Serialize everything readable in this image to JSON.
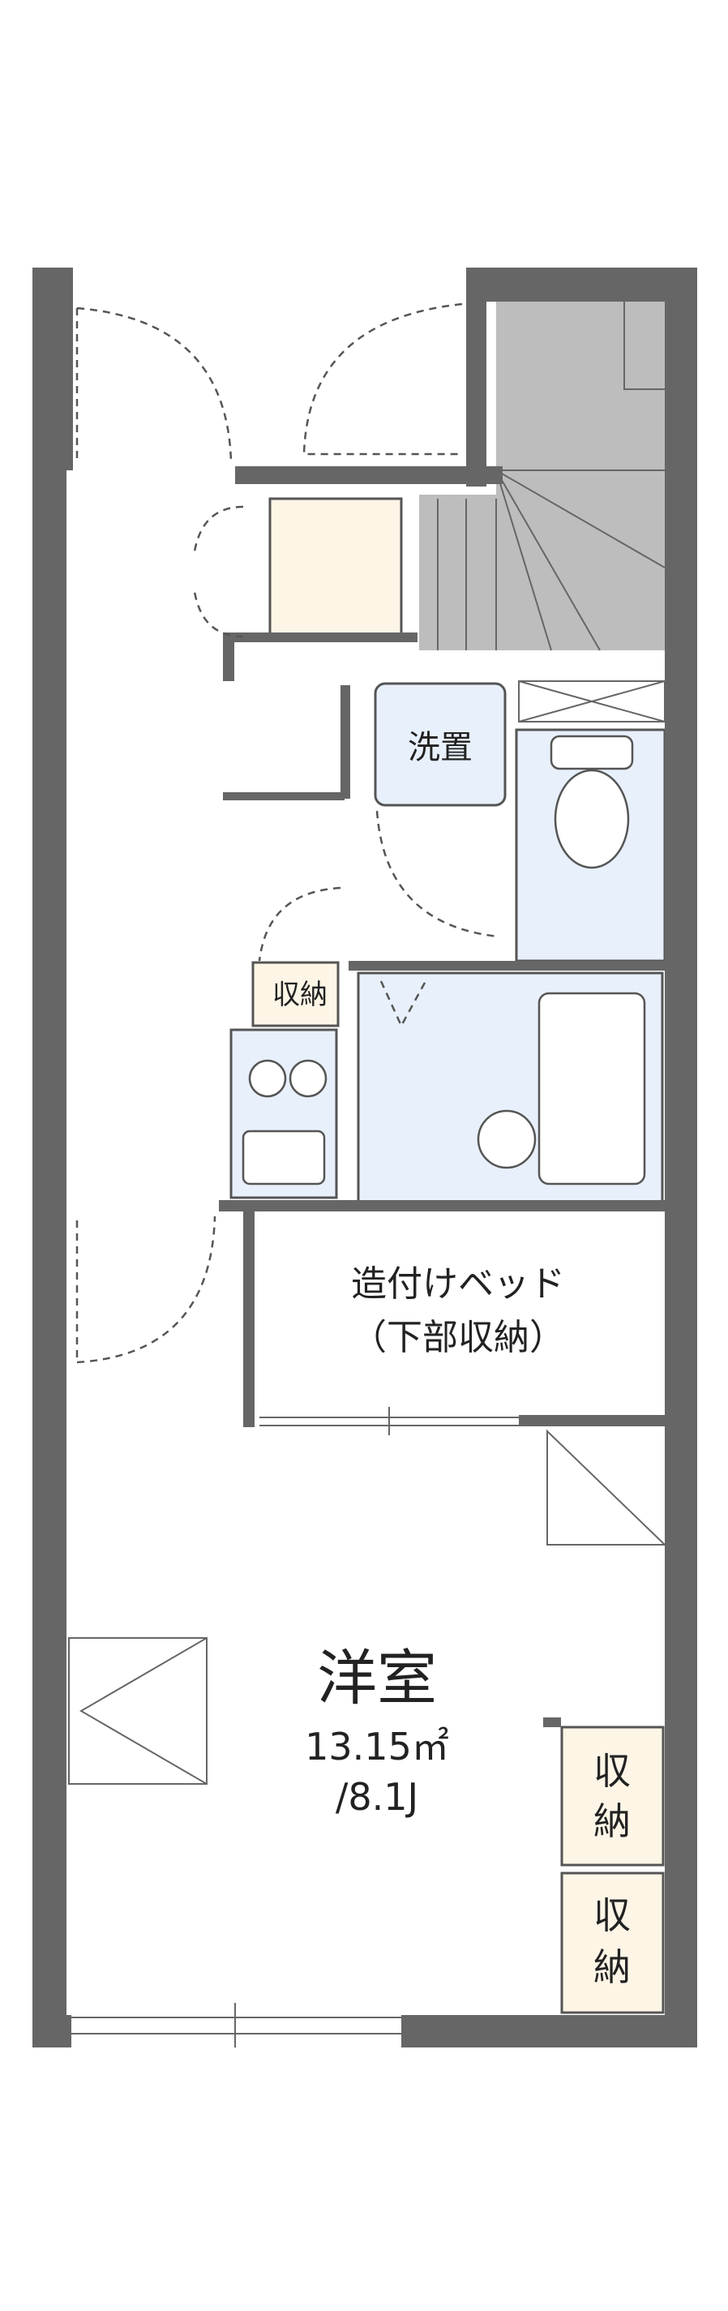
{
  "colors": {
    "wall": "#666666",
    "floor": "#ffffff",
    "wet_area": "#e8f0fb",
    "storage": "#fdf5e6",
    "stairs": "#bdbdbd",
    "line": "#555555"
  },
  "labels": {
    "laundry": "洗置",
    "storage_small": "収納",
    "bed_line1": "造付けベッド",
    "bed_line2": "（下部収納）",
    "room_name": "洋室",
    "room_area": "13.15㎡",
    "room_jo": "/8.1J",
    "closet1_line1": "収",
    "closet1_line2": "納",
    "closet2_line1": "収",
    "closet2_line2": "納"
  }
}
